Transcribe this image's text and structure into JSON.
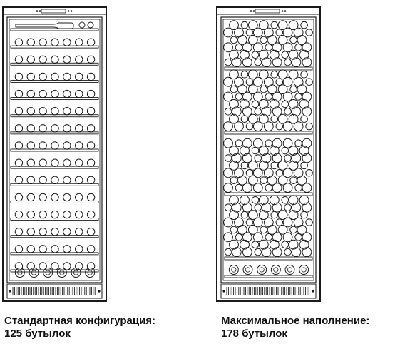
{
  "captions": {
    "standard": {
      "title": "Стандартная конфигурация:",
      "count": "125 бутылок"
    },
    "max": {
      "title": "Максимальное наполнение:",
      "count": "178 бутылок"
    }
  },
  "colors": {
    "line": "#1a1a1a",
    "background": "#ffffff"
  },
  "layout_info": {
    "standard": {
      "shelves": 15,
      "bottles_per_shelf": 7
    },
    "max": {
      "stacked_sections": 4
    }
  }
}
